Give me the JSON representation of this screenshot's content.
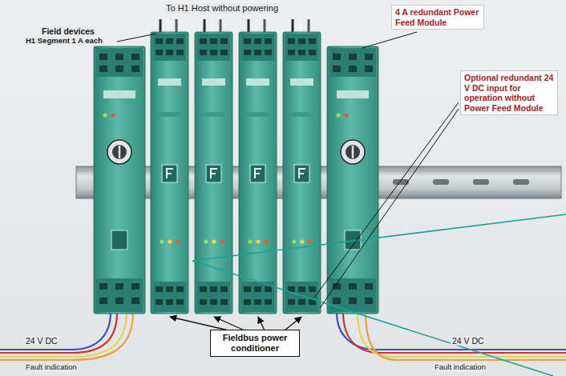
{
  "diagram": {
    "nodes": [
      {
        "text": [
          "4 A redundant Power Feed Module"
        ]
      },
      {
        "text": [
          "Optional redundant 24 V DC input for operation without Power Feed Module"
        ]
      },
      {
        "text": [
          "Fieldbus power conditioner"
        ]
      }
    ],
    "labels": [
      "To H1 Host without powering",
      "Field devices",
      "H1 Segment 1 A each",
      "24 V DC",
      "Fault indication",
      "24 V DC",
      "Fault indication"
    ]
  }
}
